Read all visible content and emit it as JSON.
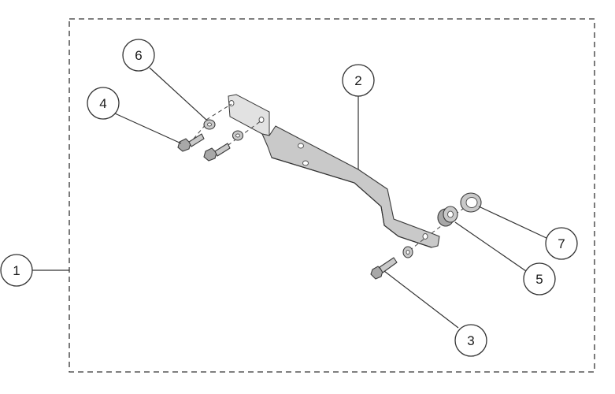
{
  "callouts": [
    {
      "id": "1",
      "label": "1",
      "part": "kit-assembly"
    },
    {
      "id": "2",
      "label": "2",
      "part": "mounting-bracket"
    },
    {
      "id": "3",
      "label": "3",
      "part": "pin-bolt"
    },
    {
      "id": "4",
      "label": "4",
      "part": "hex-bolt"
    },
    {
      "id": "5",
      "label": "5",
      "part": "spacer"
    },
    {
      "id": "6",
      "label": "6",
      "part": "washer"
    },
    {
      "id": "7",
      "label": "7",
      "part": "lock-washer"
    }
  ],
  "colors": {
    "line": "#333333",
    "part_fill": "#c9c9c9",
    "background": "#ffffff"
  }
}
